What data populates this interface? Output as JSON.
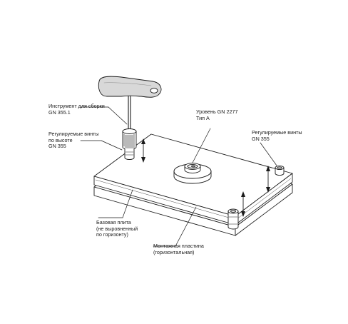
{
  "labels": {
    "tool": {
      "lines": [
        "Инструмент для сборки",
        "GN 355.1"
      ]
    },
    "level": {
      "lines": [
        "Уровень GN 2277",
        "Тип А"
      ]
    },
    "screws_left": {
      "lines": [
        "Регулируемые винты",
        "по высоте",
        "GN 355"
      ]
    },
    "screws_right": {
      "lines": [
        "Регулируемые винты",
        "GN 355"
      ]
    },
    "base_plate": {
      "lines": [
        "Базовая плита",
        "(не выровненный",
        "по горизонту)"
      ]
    },
    "mount_plate": {
      "lines": [
        "Монтажная пластина",
        "(горизонтальная)"
      ]
    }
  },
  "colors": {
    "line": "#1a1a1a",
    "fill": "#ffffff",
    "handle": "#d8d8d8",
    "shade": "#cfcfcf"
  }
}
